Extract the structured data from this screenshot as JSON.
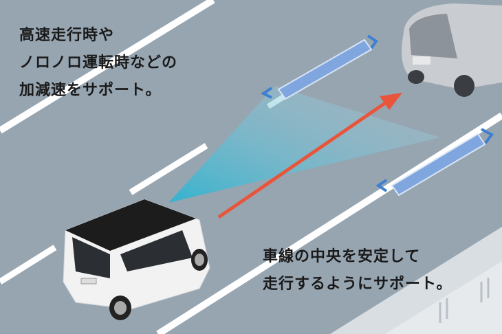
{
  "caption_top": {
    "lines": [
      "高速走行時や",
      "ノロノロ運転時などの",
      "加減速をサポート。"
    ]
  },
  "caption_bottom": {
    "lines": [
      "車線の中央を安定して",
      "走行するようにサポート。"
    ]
  },
  "colors": {
    "road": "#97a5b1",
    "lane_line": "#ffffff",
    "sensor_beam": "#3fb6d0",
    "lane_marker": "#7fa6de",
    "direction_arrow": "#e8553a",
    "car_body": "#f2f2f2",
    "car_roof": "#1c1c1c"
  }
}
